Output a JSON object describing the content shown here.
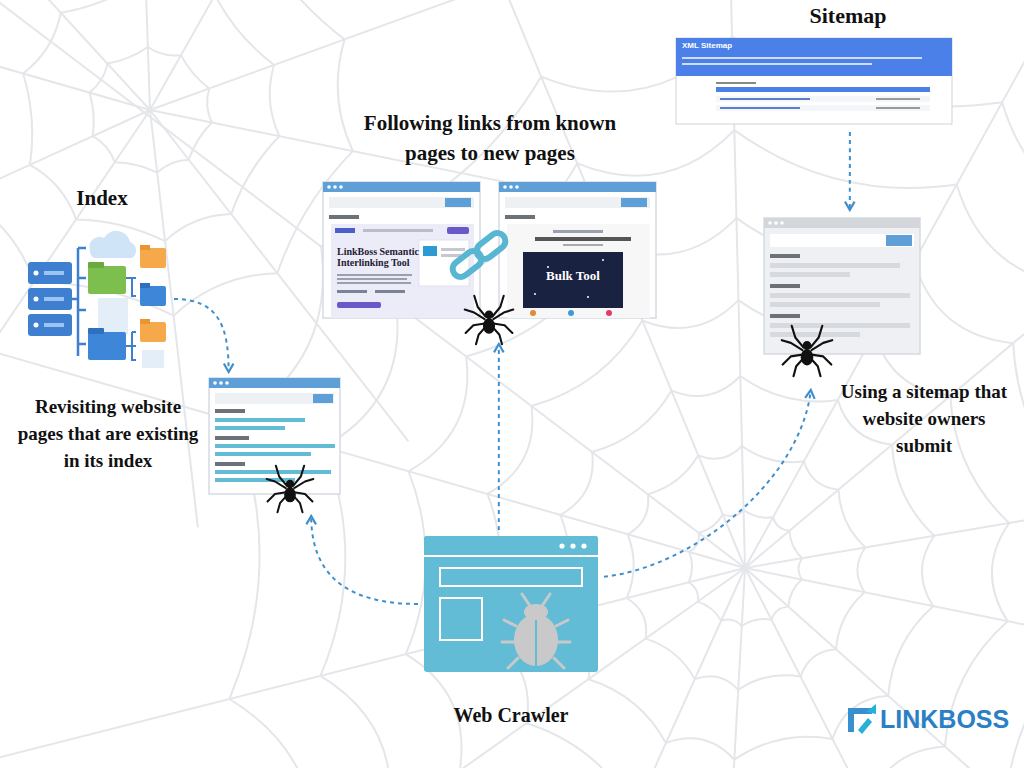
{
  "diagram": {
    "nodes": [
      {
        "text": [
          "Web Crawler"
        ]
      },
      {
        "text": [
          "Revisiting website pages that are existing in its index"
        ]
      },
      {
        "text": [
          "Following links from known pages to new pages"
        ]
      },
      {
        "text": [
          "Using a sitemap that website owners submit"
        ]
      },
      {
        "text": [
          "Sitemap",
          "XML Sitemap"
        ]
      },
      {
        "text": [
          "Index"
        ]
      }
    ],
    "edges": [
      {
        "from": 0,
        "to": 1,
        "arrow": "to"
      },
      {
        "from": 0,
        "to": 2,
        "arrow": "to"
      },
      {
        "from": 0,
        "to": 3,
        "arrow": "to"
      },
      {
        "from": 5,
        "to": 1,
        "arrow": "to"
      },
      {
        "from": 4,
        "to": 3,
        "arrow": "to"
      }
    ],
    "labels": [
      "LinkBoss Semantic Interlinking Tool",
      "Bulk Tool",
      "LINKBOSS"
    ]
  }
}
